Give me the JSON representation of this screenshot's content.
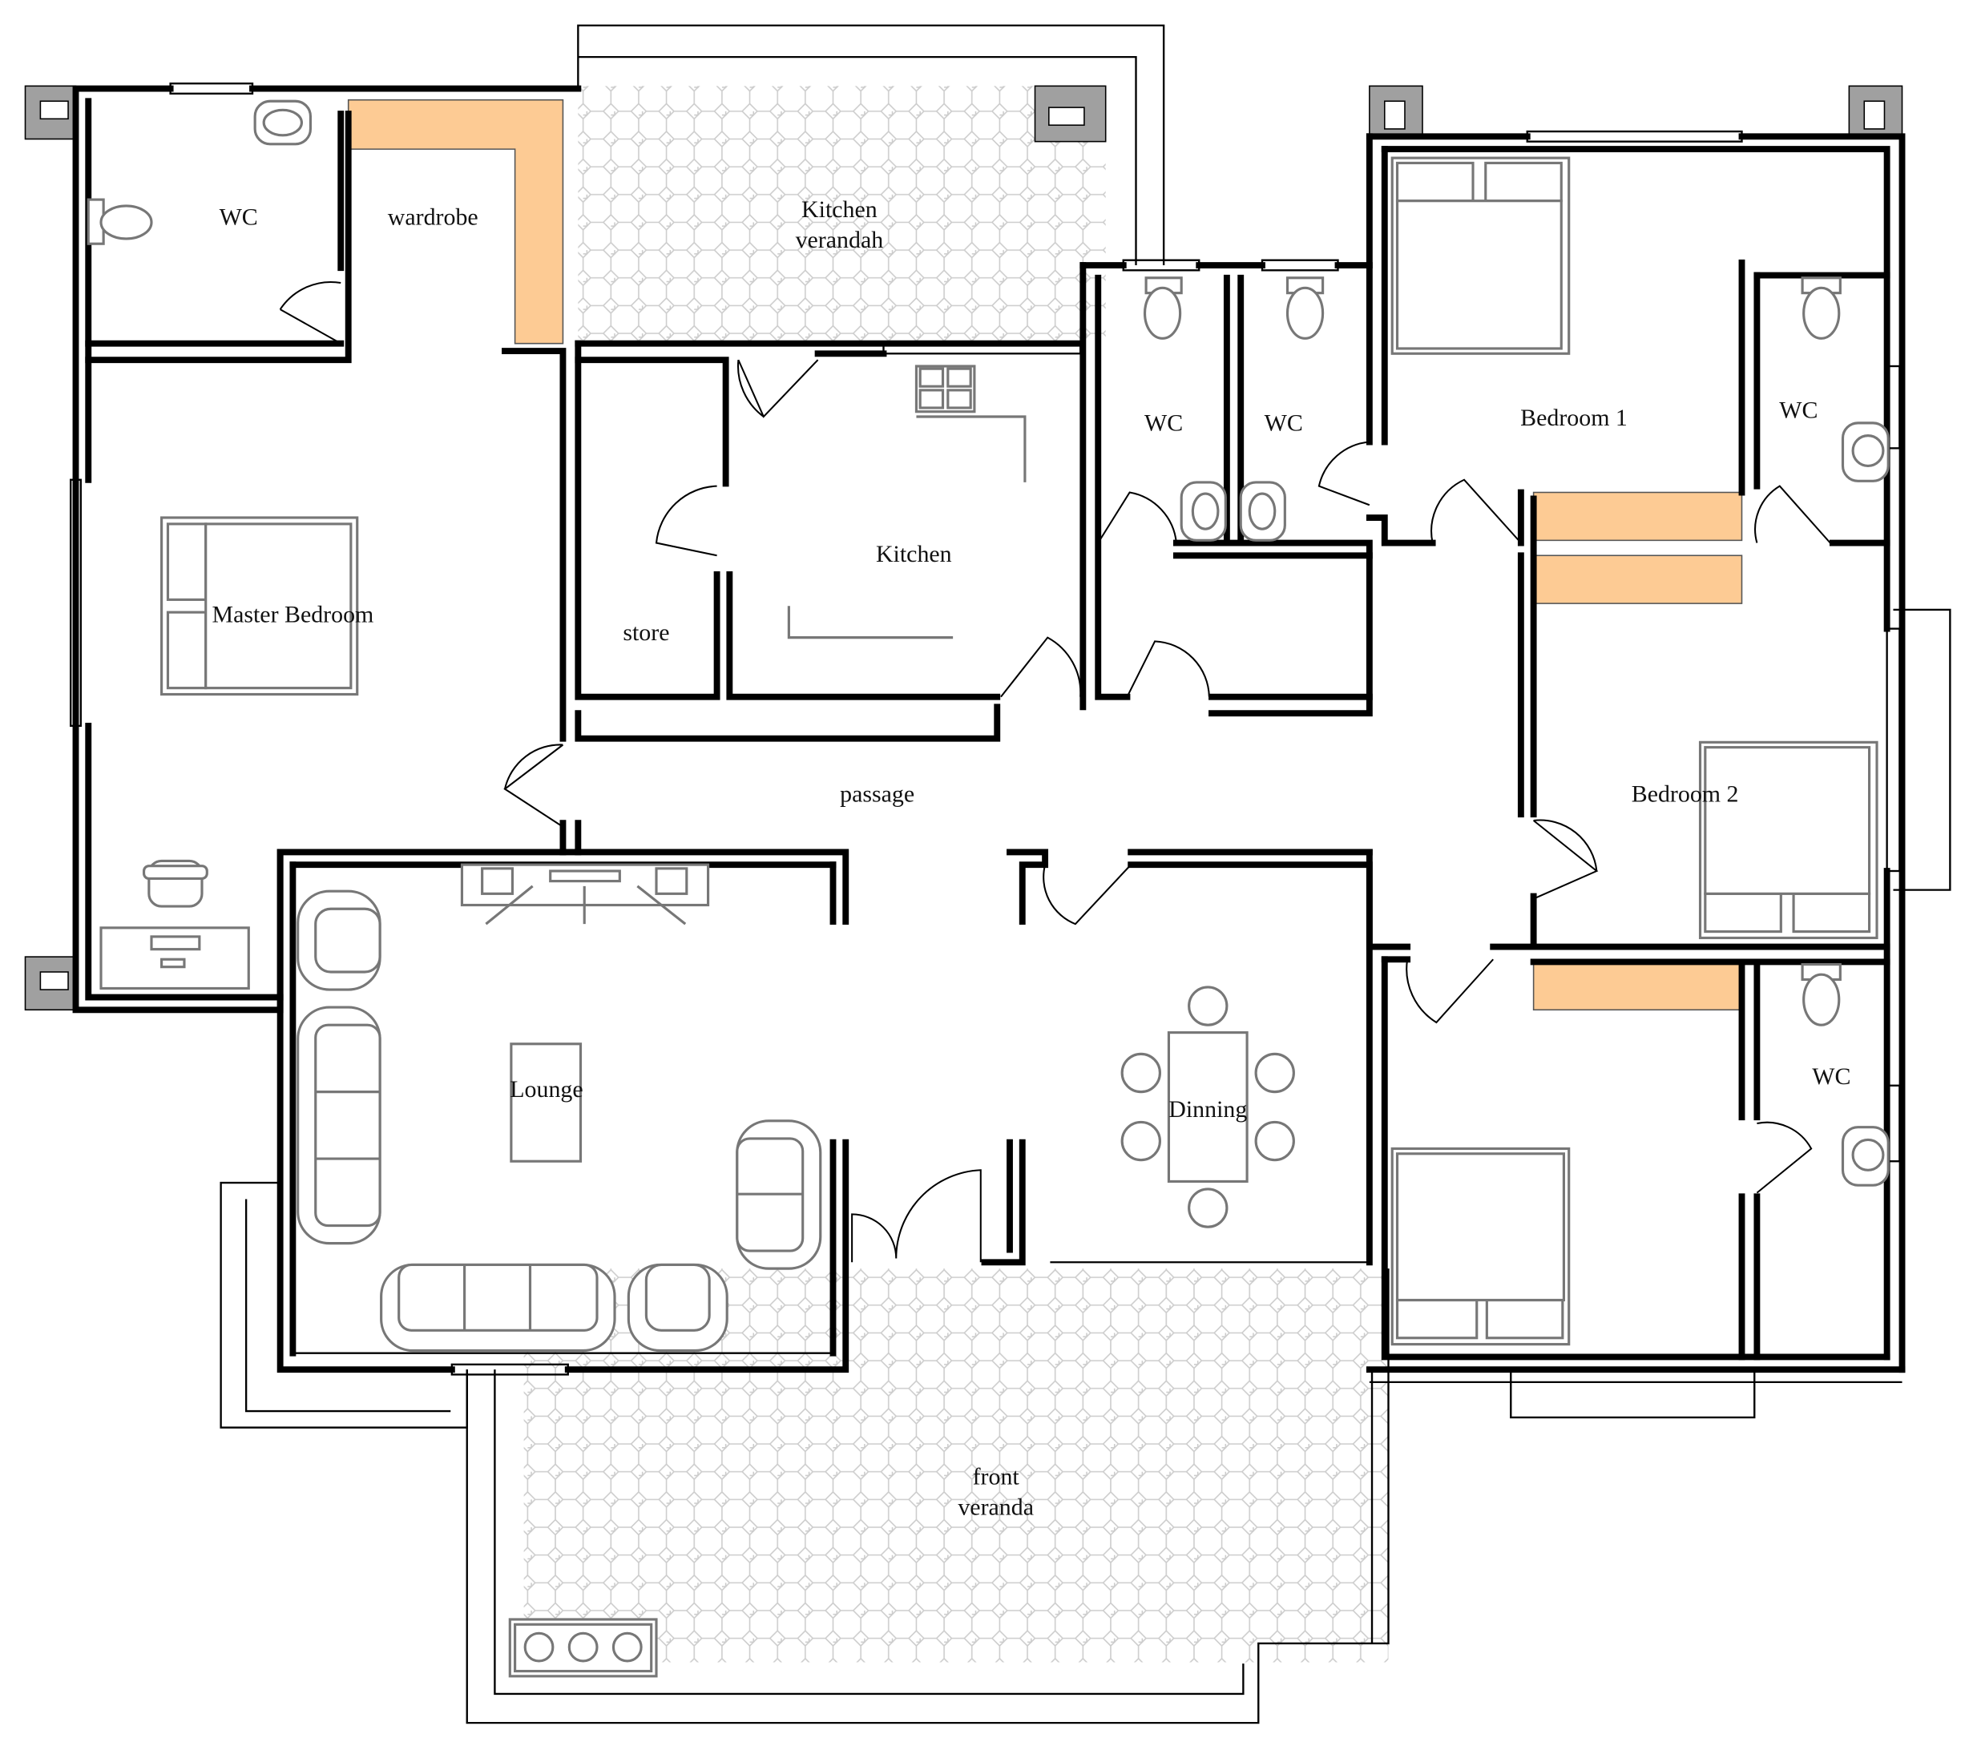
{
  "title": "House floor plan",
  "colors": {
    "wall": "#000000",
    "wardrobe": "#FDCB94",
    "column": "#A0A0A0",
    "furniture": "#777777",
    "tile": "#CCCCCC"
  },
  "rooms": {
    "wc_master": "WC",
    "wardrobe": "wardrobe",
    "kitchen_verandah_1": "Kitchen",
    "kitchen_verandah_2": "verandah",
    "master_bedroom": "Master Bedroom",
    "store": "store",
    "kitchen": "Kitchen",
    "wc_1": "WC",
    "wc_2": "WC",
    "bedroom_1": "Bedroom 1",
    "wc_bedroom1": "WC",
    "passage": "passage",
    "bedroom_2": "Bedroom 2",
    "lounge": "Lounge",
    "dining": "Dinning",
    "wc_bedroom3": "WC",
    "front_veranda_1": "front",
    "front_veranda_2": "veranda"
  }
}
